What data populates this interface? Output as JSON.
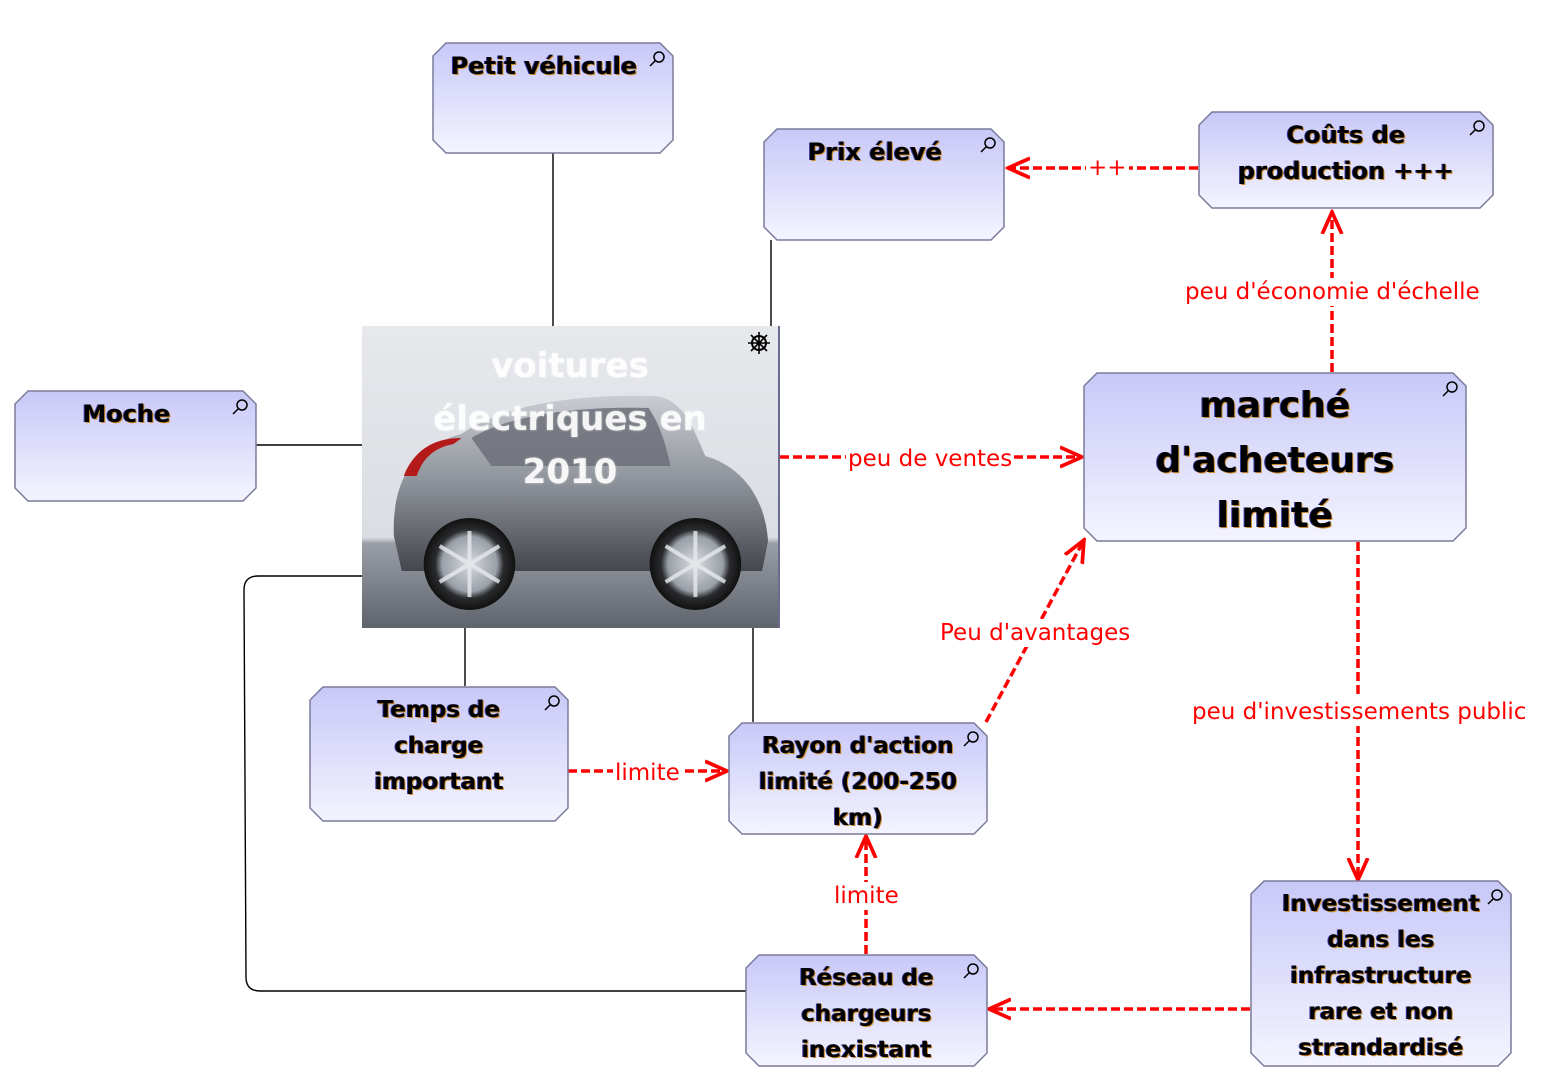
{
  "diagram": {
    "central_node": {
      "title": "voitures électriques en 2010",
      "image_description": "silver two-seat electric concept car",
      "icon": "helm-wheel-icon"
    },
    "nodes": [
      {
        "id": "petit-vehicule",
        "label": "Petit véhicule",
        "icon": "magnifier-icon"
      },
      {
        "id": "prix-eleve",
        "label": "Prix élevé",
        "icon": "magnifier-icon"
      },
      {
        "id": "couts-production",
        "label": "Coûts de production  +++",
        "icon": "magnifier-icon"
      },
      {
        "id": "moche",
        "label": "Moche",
        "icon": "magnifier-icon"
      },
      {
        "id": "marche-limite",
        "label": "marché d'acheteurs limité",
        "icon": "magnifier-icon"
      },
      {
        "id": "temps-charge",
        "label": "Temps de charge important",
        "icon": "magnifier-icon"
      },
      {
        "id": "rayon-action",
        "label": "Rayon d'action limité (200-250 km)",
        "icon": "magnifier-icon"
      },
      {
        "id": "reseau-chargeurs",
        "label": "Réseau de chargeurs inexistant",
        "icon": "magnifier-icon"
      },
      {
        "id": "investissement",
        "label": "Investissement dans les infrastructure rare et non strandardisé",
        "icon": "magnifier-icon"
      }
    ],
    "edges": [
      {
        "from": "couts-production",
        "to": "prix-eleve",
        "label": "++",
        "style": "dashed-red"
      },
      {
        "from": "marche-limite",
        "to": "couts-production",
        "label": "peu d'économie d'échelle",
        "style": "dashed-red"
      },
      {
        "from": "central",
        "to": "marche-limite",
        "label": "peu de ventes",
        "style": "dashed-red"
      },
      {
        "from": "rayon-action",
        "to": "marche-limite",
        "label": "Peu d'avantages",
        "style": "dashed-red"
      },
      {
        "from": "marche-limite",
        "to": "investissement",
        "label": "peu d'investissements public",
        "style": "dashed-red"
      },
      {
        "from": "temps-charge",
        "to": "rayon-action",
        "label": "limite",
        "style": "dashed-red"
      },
      {
        "from": "reseau-chargeurs",
        "to": "rayon-action",
        "label": "limite",
        "style": "dashed-red"
      },
      {
        "from": "investissement",
        "to": "reseau-chargeurs",
        "label": "",
        "style": "dashed-red"
      },
      {
        "from": "central",
        "to": "petit-vehicule",
        "label": "",
        "style": "solid-black"
      },
      {
        "from": "central",
        "to": "prix-eleve",
        "label": "",
        "style": "solid-black"
      },
      {
        "from": "central",
        "to": "moche",
        "label": "",
        "style": "solid-black"
      },
      {
        "from": "central",
        "to": "temps-charge",
        "label": "",
        "style": "solid-black"
      },
      {
        "from": "central",
        "to": "rayon-action",
        "label": "",
        "style": "solid-black"
      },
      {
        "from": "central",
        "to": "reseau-chargeurs",
        "label": "",
        "style": "solid-black"
      }
    ],
    "colors": {
      "node_fill_top": "#c8c8f8",
      "node_fill_bottom": "#f4f4ff",
      "node_border": "#7a7a9a",
      "causal_link": "#ff0000",
      "structural_link": "#000000",
      "label_text": "#000000"
    }
  }
}
